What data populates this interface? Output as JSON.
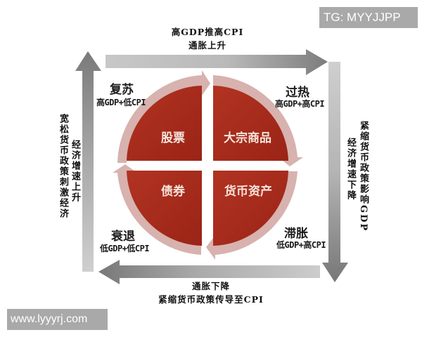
{
  "watermarks": {
    "top_right": "TG: MYYJJPP",
    "bottom_left": "www.lyyyrj.com"
  },
  "arrows": {
    "top": {
      "line1": "高GDP推高CPI",
      "line2": "通胀上升"
    },
    "right": {
      "outer": "紧缩货币政策影响GDP",
      "inner": "经济增速下降"
    },
    "bottom": {
      "line1": "通胀下降",
      "line2": "紧缩货币政策传导至CPI"
    },
    "left": {
      "outer": "宽松货币政策刺激经济",
      "inner": "经济增速上升"
    }
  },
  "phases": [
    {
      "name": "复苏",
      "condition": "高GDP+低CPI",
      "asset": "股票"
    },
    {
      "name": "过热",
      "condition": "高GDP+高CPI",
      "asset": "大宗商品"
    },
    {
      "name": "滞胀",
      "condition": "低GDP+高CPI",
      "asset": "货币资产"
    },
    {
      "name": "衰退",
      "condition": "低GDP+低CPI",
      "asset": "债券"
    }
  ],
  "colors": {
    "quadrant_fill": "#a82a1c",
    "ring_fill": "#d9b3b0",
    "arrow_dark": "#7a7a7a",
    "arrow_light": "#cfcfcf",
    "watermark_bg": "#a9a9a9"
  }
}
